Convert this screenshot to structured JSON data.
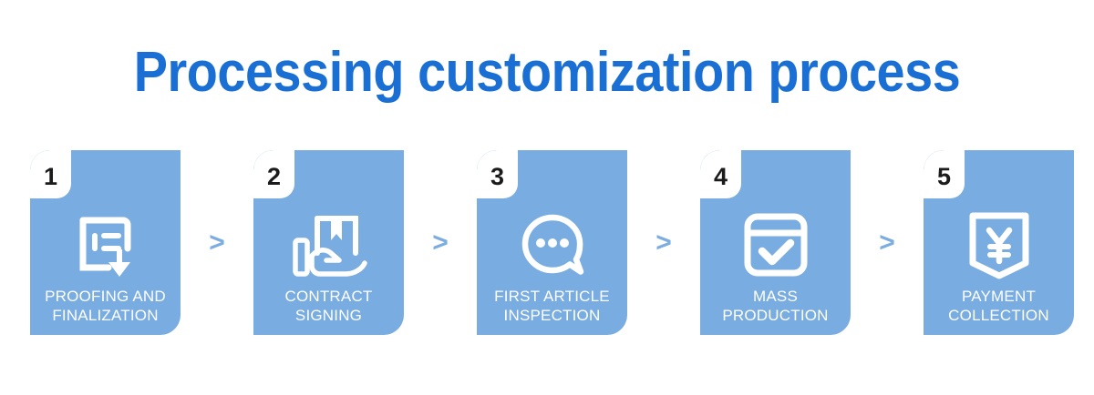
{
  "page": {
    "background_color": "#ffffff",
    "title": "Processing customization process",
    "title_color": "#1a6fd4"
  },
  "flow": {
    "card_color": "#79ace0",
    "label_color": "#ffffff",
    "number_color": "#1b1b1b",
    "arrow_color": "#7bade0",
    "arrow_glyph": ">",
    "steps": [
      {
        "number": "1",
        "label": "PROOFING AND\nFINALIZATION",
        "icon": "document-download-icon"
      },
      {
        "number": "2",
        "label": "CONTRACT\nSIGNING",
        "icon": "hand-holding-package-icon"
      },
      {
        "number": "3",
        "label": "FIRST  ARTICLE\nINSPECTION",
        "icon": "speech-bubble-dots-icon"
      },
      {
        "number": "4",
        "label": "MASS\nPRODUCTION",
        "icon": "calendar-check-icon"
      },
      {
        "number": "5",
        "label": "PAYMENT\nCOLLECTION",
        "icon": "yen-envelope-icon"
      }
    ]
  }
}
